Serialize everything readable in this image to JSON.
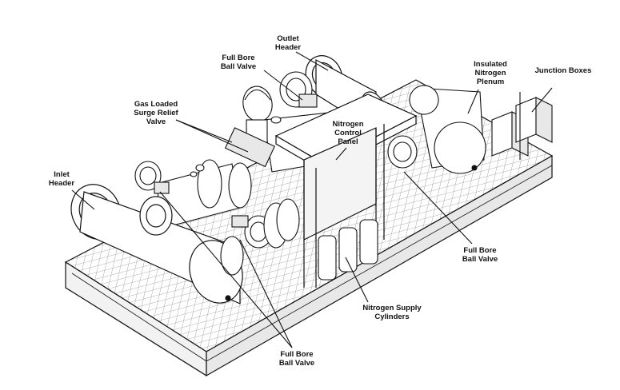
{
  "diagram": {
    "labels": {
      "outlet_header": "Outlet\nHeader",
      "full_bore_ball_valve_top": "Full Bore\nBall Valve",
      "gas_loaded_surge_relief_valve": "Gas Loaded\nSurge Relief\nValve",
      "inlet_header": "Inlet\nHeader",
      "nitrogen_control_panel": "Nitrogen\nControl\nPanel",
      "insulated_nitrogen_plenum": "Insulated\nNitrogen\nPlenum",
      "junction_boxes": "Junction Boxes",
      "full_bore_ball_valve_right": "Full Bore\nBall Valve",
      "nitrogen_supply_cylinders": "Nitrogen Supply\nCylinders",
      "full_bore_ball_valve_bottom": "Full Bore\nBall Valve"
    },
    "colors": {
      "line": "#111111",
      "fill": "#ffffff",
      "shade": "#e6e6e6",
      "grating": "#9a9a9a"
    }
  }
}
